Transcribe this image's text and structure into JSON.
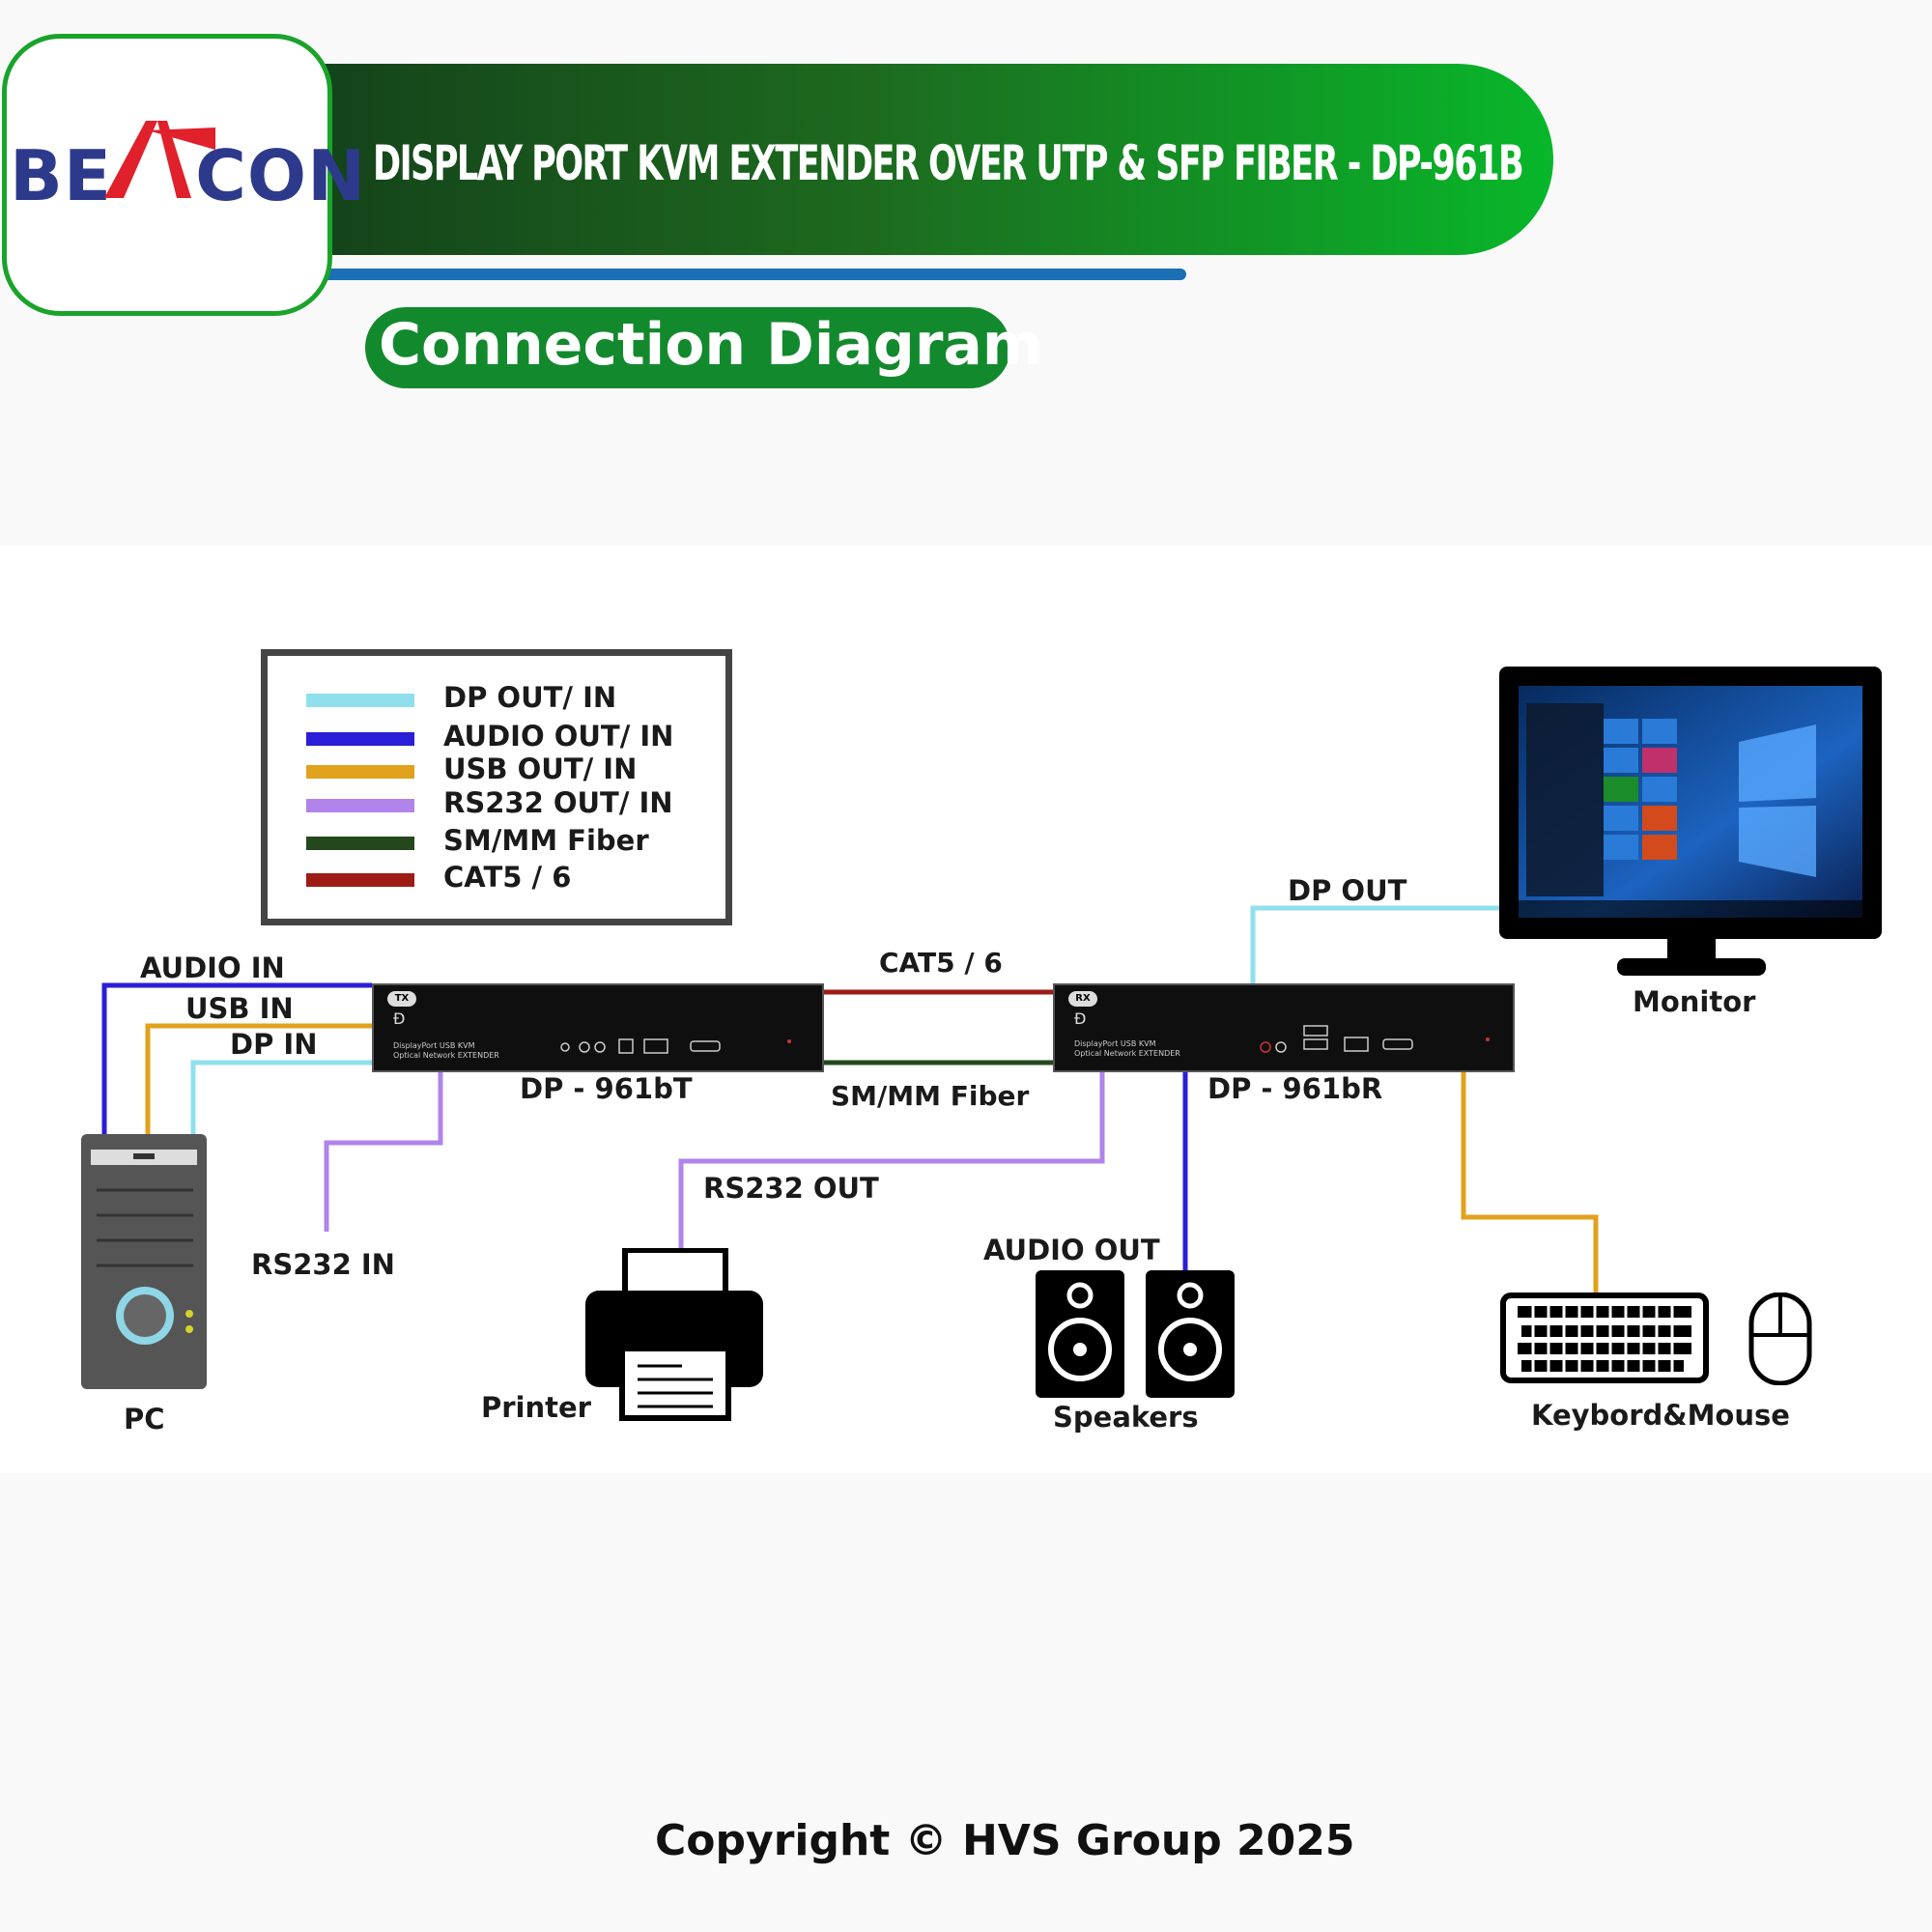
{
  "brand": {
    "logo_text": "BEACON",
    "logo_left": "BE",
    "logo_right": "CON",
    "colors": {
      "green": "#13892e",
      "logo_blue": "#2d3a8c",
      "logo_red": "#e0202a"
    }
  },
  "header": {
    "title": "DISPLAY PORT KVM EXTENDER OVER UTP & SFP FIBER - DP-961B",
    "subtitle": "Connection Diagram"
  },
  "legend": {
    "items": [
      {
        "label": "DP OUT/ IN",
        "color": "#8fe0ec"
      },
      {
        "label": "AUDIO OUT/ IN",
        "color": "#2a1ed6"
      },
      {
        "label": "USB OUT/ IN",
        "color": "#e0a21c"
      },
      {
        "label": "RS232 OUT/ IN",
        "color": "#b084ea"
      },
      {
        "label": "SM/MM Fiber",
        "color": "#24481c"
      },
      {
        "label": "CAT5 / 6",
        "color": "#9e1c14"
      }
    ]
  },
  "diagram": {
    "labels": {
      "audio_in": "AUDIO IN",
      "usb_in": "USB IN",
      "dp_in": "DP IN",
      "cat": "CAT5 / 6",
      "fiber": "SM/MM Fiber",
      "dp_out": "DP OUT",
      "rs232_in": "RS232  IN",
      "rs232_out": "RS232  OUT",
      "audio_out": "AUDIO  OUT"
    },
    "devices": {
      "tx": "DP - 961bT",
      "rx": "DP - 961bR",
      "pc": "PC",
      "printer": "Printer",
      "speakers": "Speakers",
      "monitor": "Monitor",
      "keyboard_mouse": "Keybord&Mouse"
    },
    "tx_badge": "TX",
    "rx_badge": "RX",
    "tx_panel_text": "DisplayPort USB KVM\nOptical Network EXTENDER",
    "rx_panel_text": "DisplayPort USB KVM\nOptical Network EXTENDER"
  },
  "footer": {
    "copyright": "Copyright © HVS Group 2025"
  }
}
